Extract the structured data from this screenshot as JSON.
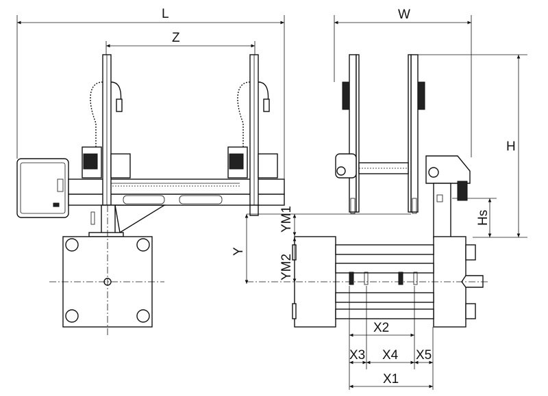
{
  "dimensions": {
    "L": "L",
    "Z": "Z",
    "W": "W",
    "H": "H",
    "Hs": "Hs",
    "YM1": "YM1",
    "Y": "Y",
    "YM2": "YM2",
    "X1": "X1",
    "X2": "X2",
    "X3": "X3",
    "X4": "X4",
    "X5": "X5"
  }
}
